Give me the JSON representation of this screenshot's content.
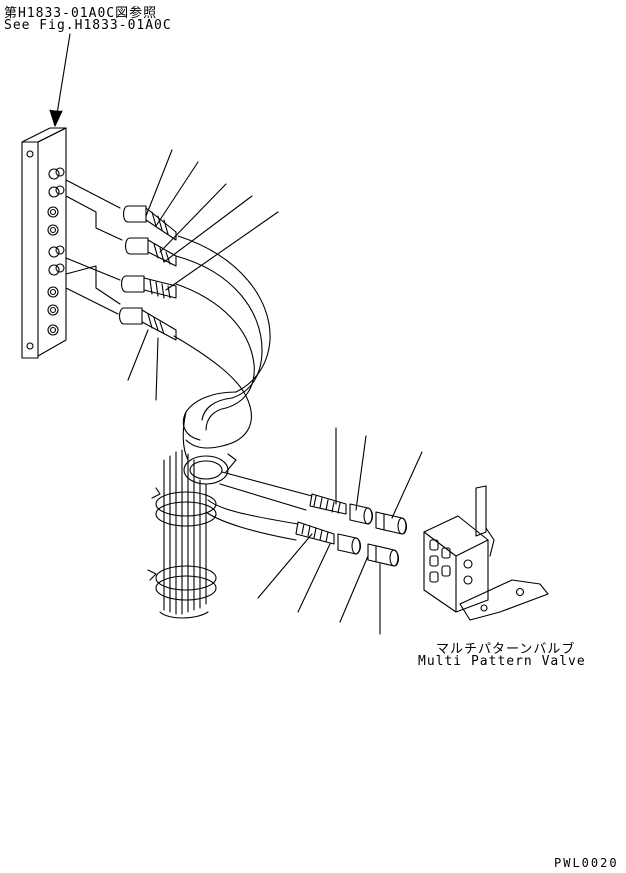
{
  "reference": {
    "jp": "第H1833-01A0C図参照",
    "en": "See Fig.H1833-01A0C"
  },
  "valve_label": {
    "jp": "マルチパターンバルブ",
    "en": "Multi Pattern Valve"
  },
  "drawing_code": "PWL0020",
  "colors": {
    "line": "#000000",
    "background": "#ffffff"
  }
}
